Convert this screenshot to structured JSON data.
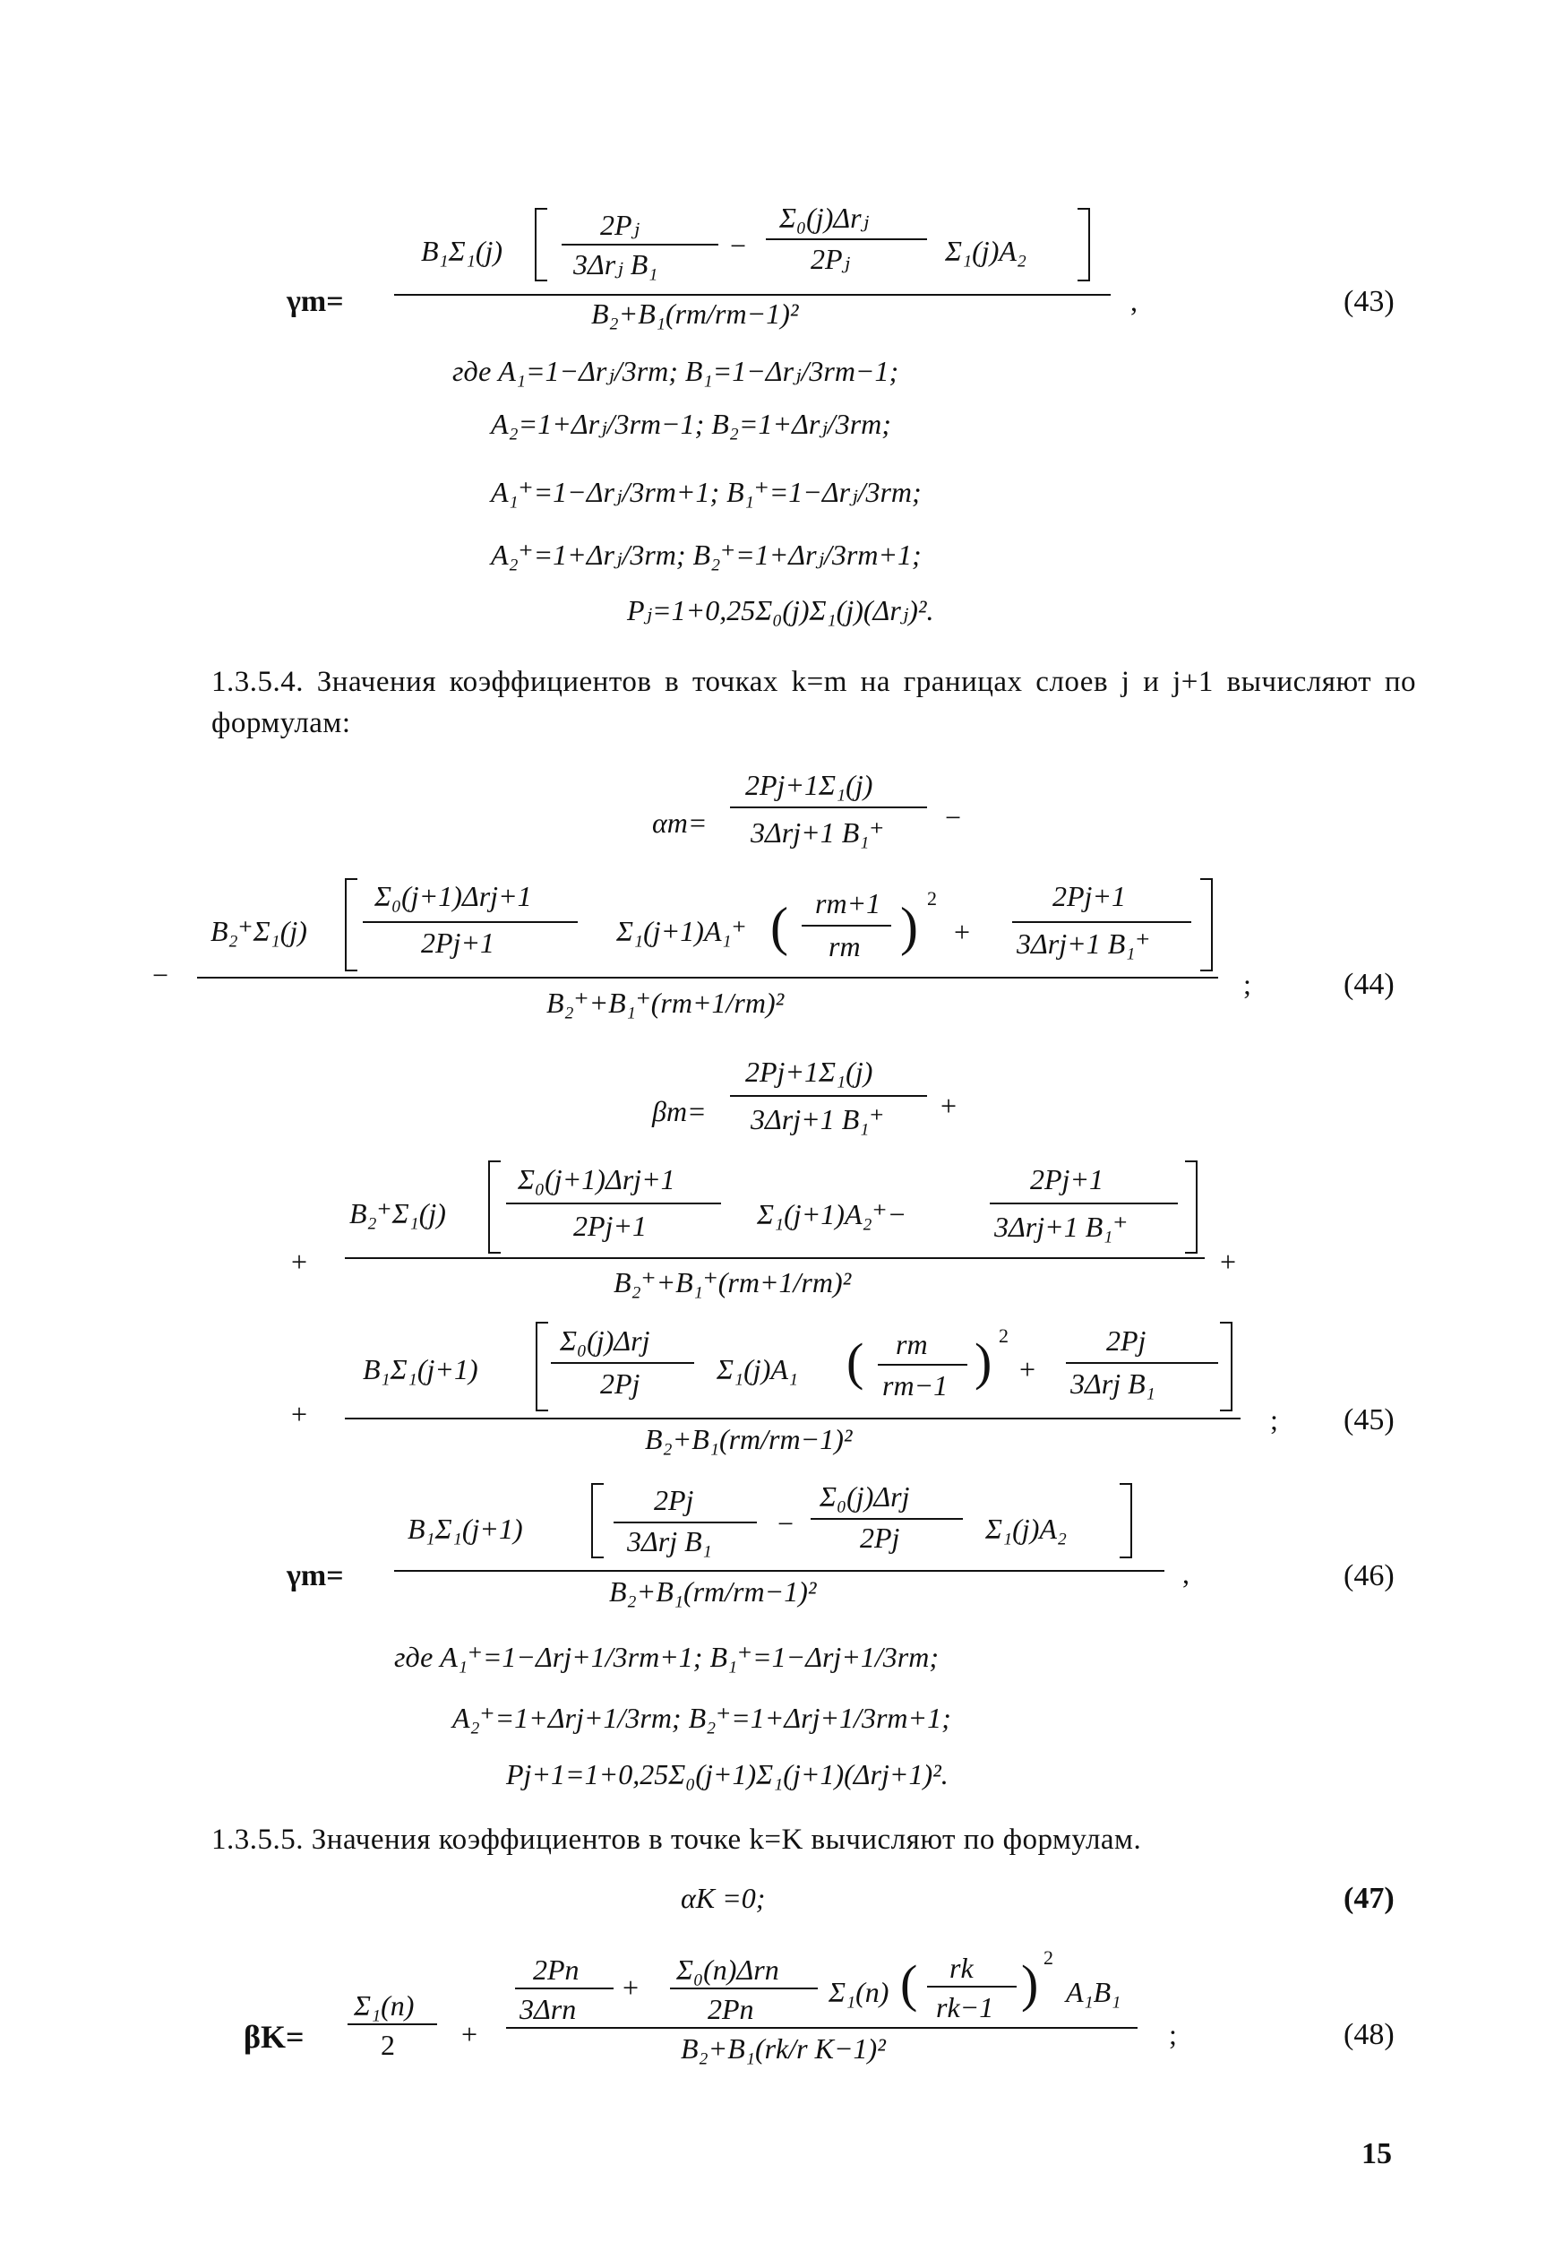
{
  "equations": {
    "eq43": {
      "lhs": "γm=",
      "num_prefix": "B₁Σ₁(j)",
      "frac1_num": "2Pⱼ",
      "frac1_den": "3Δrⱼ B₁",
      "frac2_num": "Σ₀(j)Δrⱼ",
      "frac2_den": "2Pⱼ",
      "tail": "Σ₁(j)A₂",
      "den": "B₂+B₁(rm/rm−1)²",
      "number": "(43)",
      "where_lines": [
        "где   A₁=1−Δrⱼ/3rm;   B₁=1−Δrⱼ/3rm−1;",
        "A₂=1+Δrⱼ/3rm−1;   B₂=1+Δrⱼ/3rm;",
        "A₁⁺=1−Δrⱼ/3rm+1;   B₁⁺=1−Δrⱼ/3rm;",
        "A₂⁺=1+Δrⱼ/3rm;   B₂⁺=1+Δrⱼ/3rm+1;",
        "Pⱼ=1+0,25Σ₀(j)Σ₁(j)(Δrⱼ)²."
      ]
    },
    "para1": "1.3.5.4. Значения коэффициентов в точках k=m на границах слоев j и j+1 вычисляют по формулам:",
    "eq44": {
      "top": "αm=",
      "top_frac_num": "2Pj+1Σ₁(j)",
      "top_frac_den": "3Δrj+1 B₁⁺",
      "top_minus": "−",
      "prefix": "B₂⁺Σ₁(j)",
      "f1_num": "Σ₀(j+1)Δrj+1",
      "f1_den": "2Pj+1",
      "mid": "Σ₁(j+1)A₁⁺",
      "paren_num": "rm+1",
      "paren_den": "rm",
      "plus": "+",
      "f2_num": "2Pj+1",
      "f2_den": "3Δrj+1 B₁⁺",
      "den": "B₂⁺+B₁⁺(rm+1/rm)²",
      "lead": "−",
      "sep": ";",
      "number": "(44)"
    },
    "eq45": {
      "top": "βm=",
      "top_frac_num": "2Pj+1Σ₁(j)",
      "top_frac_den": "3Δrj+1 B₁⁺",
      "top_plus": "+",
      "prefix1": "B₂⁺Σ₁(j)",
      "a_num": "Σ₀(j+1)Δrj+1",
      "a_den": "2Pj+1",
      "a_mid": "Σ₁(j+1)A₂⁺−",
      "b_num": "2Pj+1",
      "b_den": "3Δrj+1 B₁⁺",
      "den1": "B₂⁺+B₁⁺(rm+1/rm)²",
      "lead1": "+",
      "trail1": "+",
      "prefix2": "B₁Σ₁(j+1)",
      "c_num": "Σ₀(j)Δrj",
      "c_den": "2Pj",
      "c_mid": "Σ₁(j)A₁",
      "p_num": "rm",
      "p_den": "rm−1",
      "c_plus": "+",
      "d_num": "2Pj",
      "d_den": "3Δrj B₁",
      "den2": "B₂+B₁(rm/rm−1)²",
      "lead2": "+",
      "sep": ";",
      "number": "(45)"
    },
    "eq46": {
      "lhs": "γm=",
      "num_prefix": "B₁Σ₁(j+1)",
      "frac1_num": "2Pj",
      "frac1_den": "3Δrj B₁",
      "frac2_num": "Σ₀(j)Δrj",
      "frac2_den": "2Pj",
      "tail": "Σ₁(j)A₂",
      "den": "B₂+B₁(rm/rm−1)²",
      "sep": ",",
      "number": "(46)",
      "where_lines": [
        "где   A₁⁺=1−Δrj+1/3rm+1;   B₁⁺=1−Δrj+1/3rm;",
        "A₂⁺=1+Δrj+1/3rm;   B₂⁺=1+Δrj+1/3rm+1;",
        "Pj+1=1+0,25Σ₀(j+1)Σ₁(j+1)(Δrj+1)²."
      ]
    },
    "para2": "1.3.5.5. Значения коэффициентов в точке k=K вычисляют по формулам.",
    "eq47": {
      "text": "αK =0;",
      "number": "(47)"
    },
    "eq48": {
      "lhs": "βK=",
      "f0_num": "Σ₁(n)",
      "f0_den": "2",
      "plus": "+",
      "a_num": "2Pn",
      "a_den": "3Δrn",
      "a_plus": "+",
      "b_num": "Σ₀(n)Δrn",
      "b_den": "2Pn",
      "mid": "Σ₁(n)",
      "p_num": "rk",
      "p_den": "rk−1",
      "tail": "A₁B₁",
      "den": "B₂+B₁(rk/r K−1)²",
      "sep": ";",
      "number": "(48)"
    }
  },
  "page_number": "15"
}
